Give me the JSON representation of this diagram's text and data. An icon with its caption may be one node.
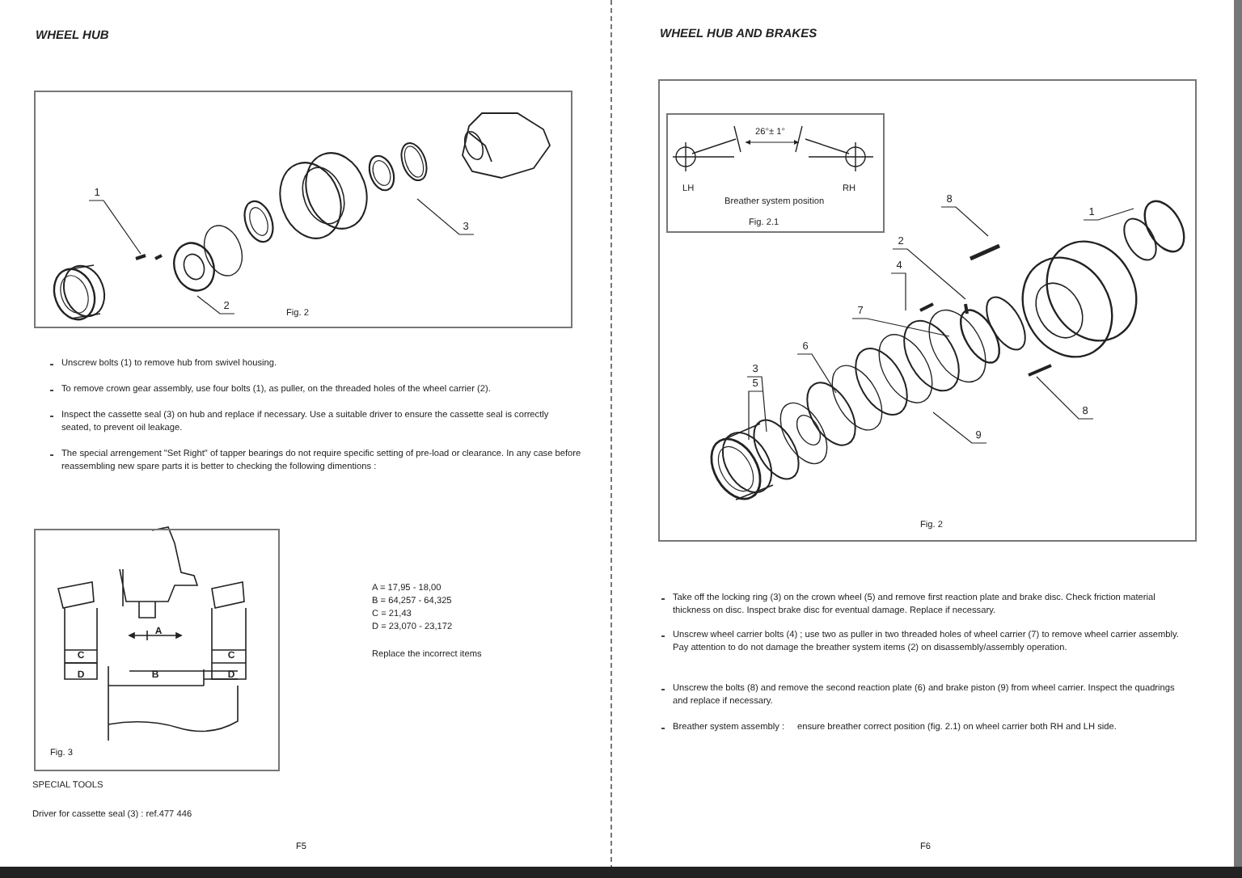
{
  "diagram": {
    "nodes": [
      {
        "text": [
          "Fig. 2"
        ]
      },
      {
        "text": [
          "1"
        ],
        "in": 0
      },
      {
        "text": [
          "2"
        ],
        "in": 0
      },
      {
        "text": [
          "3"
        ],
        "in": 0
      },
      {
        "text": [
          "Fig. 3"
        ]
      },
      {
        "text": [
          "Fig. 2"
        ]
      },
      {
        "text": [
          "LH",
          "RH",
          "Breather system position",
          "Fig.  2.1"
        ],
        "in": 5
      },
      {
        "text": [
          "8"
        ],
        "in": 5
      },
      {
        "text": [
          "1"
        ],
        "in": 5
      },
      {
        "text": [
          "2"
        ],
        "in": 5
      },
      {
        "text": [
          "4"
        ],
        "in": 5
      },
      {
        "text": [
          "7"
        ],
        "in": 5
      },
      {
        "text": [
          "6"
        ],
        "in": 5
      },
      {
        "text": [
          "3"
        ],
        "in": 5
      },
      {
        "text": [
          "5"
        ],
        "in": 5
      },
      {
        "text": [
          "8"
        ],
        "in": 5
      },
      {
        "text": [
          "9"
        ],
        "in": 5
      }
    ],
    "edges": [
      {
        "from": 1,
        "to": null,
        "arrow": "none"
      },
      {
        "from": 2,
        "to": null,
        "arrow": "none"
      },
      {
        "from": 3,
        "to": null,
        "arrow": "none"
      },
      {
        "from": 7,
        "to": null,
        "arrow": "none"
      },
      {
        "from": 8,
        "to": null,
        "arrow": "none"
      },
      {
        "from": 9,
        "to": null,
        "arrow": "none"
      },
      {
        "from": 10,
        "to": null,
        "arrow": "none"
      },
      {
        "from": 11,
        "to": null,
        "arrow": "none"
      },
      {
        "from": 12,
        "to": null,
        "arrow": "none"
      },
      {
        "from": 13,
        "to": null,
        "arrow": "none"
      },
      {
        "from": 14,
        "to": null,
        "arrow": "none"
      },
      {
        "from": 15,
        "to": null,
        "arrow": "none"
      },
      {
        "from": 16,
        "to": null,
        "arrow": "none"
      }
    ],
    "labels": [
      "WHEEL HUB",
      "Unscrew bolts (1) to remove hub from swivel housing.",
      "To remove crown gear assembly, use four bolts (1), as puller, on the threaded holes of the wheel carrier (2).",
      "Inspect the cassette seal (3) on hub and replace if necessary. Use a suitable driver to ensure the cassette seal is correctly seated, to prevent oil leakage.",
      "The special arrengement \"Set Right\" of tapper bearings do not require specific setting of pre-load or clearance. In any case before reassembling new spare parts it is better to checking the following dimentions :",
      "A = 17,95 - 18,00",
      "B = 64,257 - 64,325",
      "C = 21,43",
      "D = 23,070 - 23,172",
      "Replace the incorrect items",
      "SPECIAL TOOLS",
      "Driver for cassette seal (3) : ref.477 446",
      "F5",
      "A",
      "C",
      "D",
      "B",
      "C",
      "D",
      "WHEEL HUB AND BRAKES",
      "26°± 1°",
      "Take off the locking ring (3) on the crown wheel (5) and remove first reaction plate and brake disc. Check friction material thickness on disc. Inspect brake disc for eventual damage. Replace if necessary.",
      "Unscrew wheel carrier bolts (4) ; use two as puller in two threaded holes of wheel carrier (7) to remove wheel carrier assembly. Pay attention to do not damage the breather system items (2) on disassembly/assembly operation.",
      "Unscrew the bolts (8) and remove the second reaction plate (6) and brake piston (9) from wheel carrier. Inspect the quadrings and replace if necessary.",
      "Breather system assembly :",
      "ensure breather correct position (fig. 2.1) on wheel carrier both RH and LH side.",
      "F6"
    ]
  }
}
